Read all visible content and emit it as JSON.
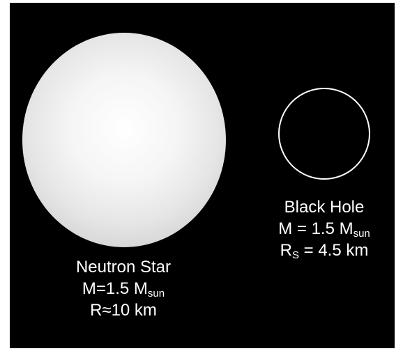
{
  "neutron_star": {
    "name": "Neutron Star",
    "mass_prefix": "M=1.5 M",
    "mass_subscript": "sun",
    "radius": "R≈10 km"
  },
  "black_hole": {
    "name": "Black Hole",
    "mass_prefix": "M = 1.5 M",
    "mass_subscript": "sun",
    "radius_symbol": "R",
    "radius_subscript": "S",
    "radius_value": " = 4.5 km"
  },
  "colors": {
    "background": "#000000",
    "label_text": "#ffffff",
    "neutron_star_fill": "#eeeeee",
    "black_hole_outline": "#ffffff"
  }
}
